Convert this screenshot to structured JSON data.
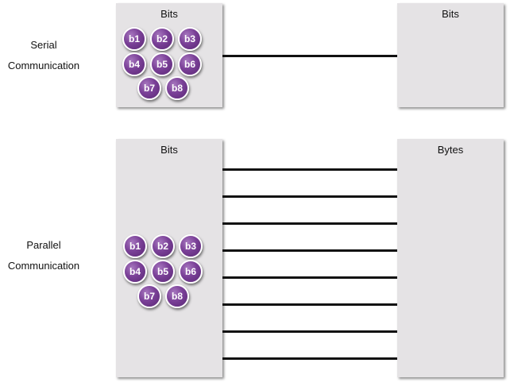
{
  "serial": {
    "label_line1": "Serial",
    "label_line2": "Communication",
    "left_box_title": "Bits",
    "right_box_title": "Bits",
    "bits": [
      "b1",
      "b2",
      "b3",
      "b4",
      "b5",
      "b6",
      "b7",
      "b8"
    ],
    "wire_count": 1
  },
  "parallel": {
    "label_line1": "Parallel",
    "label_line2": "Communication",
    "left_box_title": "Bits",
    "right_box_title": "Bytes",
    "bits": [
      "b1",
      "b2",
      "b3",
      "b4",
      "b5",
      "b6",
      "b7",
      "b8"
    ],
    "wire_count": 8
  },
  "colors": {
    "box_fill": "#e5e3e5",
    "bit_fill": "#7a4097",
    "wire": "#111111"
  }
}
